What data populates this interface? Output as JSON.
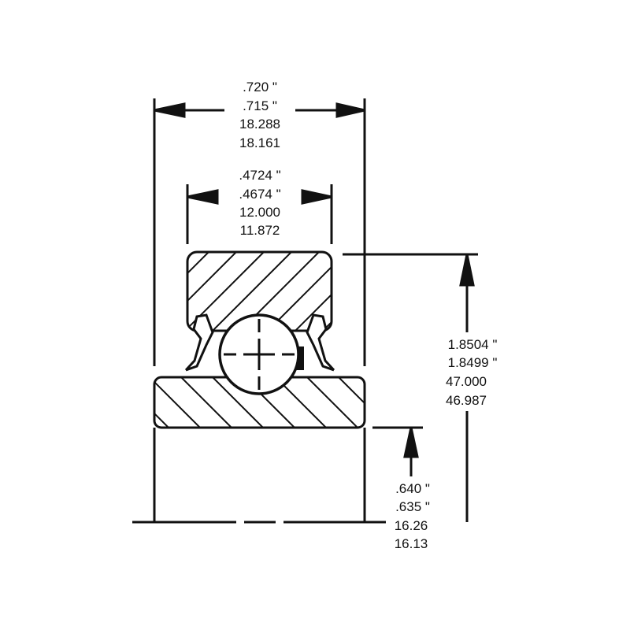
{
  "outer_width_dim": {
    "in_max": ".720 \"",
    "in_min": ".715 \"",
    "mm_max": "18.288",
    "mm_min": "18.161"
  },
  "inner_width_dim": {
    "in_max": ".4724 \"",
    "in_min": ".4674 \"",
    "mm_max": "12.000",
    "mm_min": "11.872"
  },
  "height_dim": {
    "in_max": "1.8504 \"",
    "in_min": "1.8499 \"",
    "mm_max": "47.000",
    "mm_min": "46.987"
  },
  "offset_dim": {
    "in_max": ".640 \"",
    "in_min": ".635 \"",
    "mm_max": "16.26",
    "mm_min": "16.13"
  },
  "colors": {
    "line": "#111111",
    "background": "#ffffff"
  }
}
